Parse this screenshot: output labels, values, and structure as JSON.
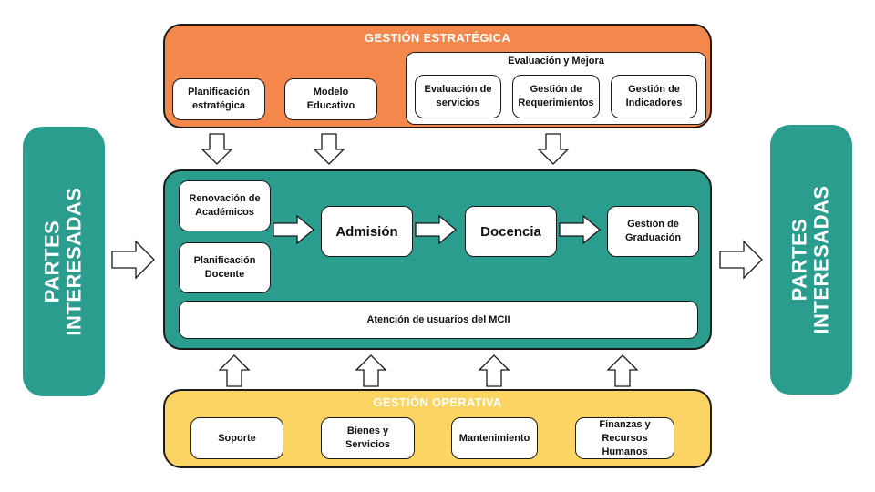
{
  "stakeholders": {
    "left": [
      "PARTES",
      "INTERESADAS"
    ],
    "right": [
      "PARTES",
      "INTERESADAS"
    ]
  },
  "strategic": {
    "title": "GESTIÓN ESTRATÉGICA",
    "planning": "Planificación estratégica",
    "model": "Modelo Educativo",
    "evaluation": {
      "title": "Evaluación y Mejora",
      "services": "Evaluación de servicios",
      "requirements": "Gestión de Requerimientos",
      "indicators": "Gestión de Indicadores"
    }
  },
  "core": {
    "renewal": "Renovación de Académicos",
    "teaching_plan": "Planificación Docente",
    "admission": "Admisión",
    "teaching": "Docencia",
    "graduation": "Gestión de Graduación",
    "user_support": "Atención de usuarios del MCII"
  },
  "operational": {
    "title": "GESTIÓN OPERATIVA",
    "support": "Soporte",
    "goods": "Bienes y Servicios",
    "maintenance": "Mantenimiento",
    "finance": "Finanzas y Recursos Humanos"
  },
  "colors": {
    "teal": "#2a9d8f",
    "orange": "#f4874b",
    "yellow": "#fbd464"
  }
}
